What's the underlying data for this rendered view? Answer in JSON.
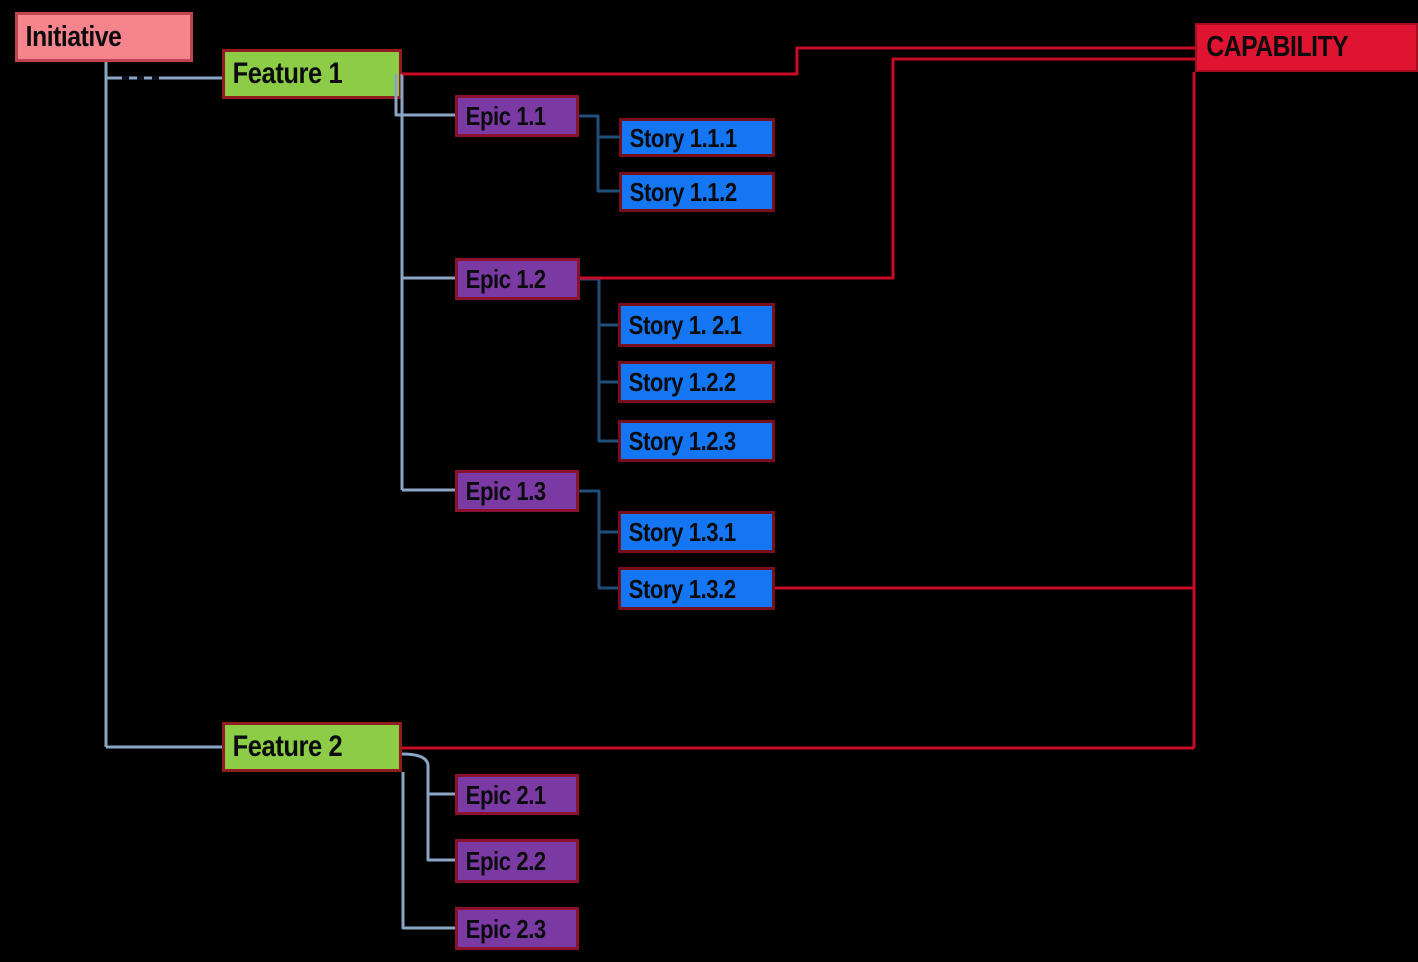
{
  "diagram": {
    "nodes": {
      "initiative": {
        "label": "Initiative"
      },
      "feature_1": {
        "label": "Feature 1"
      },
      "epic_1_1": {
        "label": "Epic 1.1"
      },
      "story_1_1_1": {
        "label": "Story 1.1.1"
      },
      "story_1_1_2": {
        "label": "Story 1.1.2"
      },
      "epic_1_2": {
        "label": "Epic 1.2"
      },
      "story_1_2_1": {
        "label": "Story 1. 2.1"
      },
      "story_1_2_2": {
        "label": "Story 1.2.2"
      },
      "story_1_2_3": {
        "label": "Story 1.2.3"
      },
      "epic_1_3": {
        "label": "Epic 1.3"
      },
      "story_1_3_1": {
        "label": "Story 1.3.1"
      },
      "story_1_3_2": {
        "label": "Story 1.3.2"
      },
      "feature_2": {
        "label": "Feature 2"
      },
      "epic_2_1": {
        "label": "Epic 2.1"
      },
      "epic_2_2": {
        "label": "Epic 2.2"
      },
      "epic_2_3": {
        "label": "Epic 2.3"
      },
      "capability": {
        "label": "CAPABILITY"
      }
    },
    "colors": {
      "background": "#000000",
      "text": "#0b0b0d",
      "initiative_fill": "#F5848D",
      "initiative_border": "#BF4450",
      "feature_fill": "#8DCC47",
      "feature_border": "#8F1D1F",
      "epic_fill": "#7B3AA3",
      "epic_border": "#8C1030",
      "story_fill": "#1476F2",
      "story_border": "#780D1C",
      "capability_fill": "#DF1430",
      "capability_border": "#A60D1F",
      "hierarchy_line": "#8BA6C4",
      "story_line": "#1F4E79",
      "capability_line": "#C90B26",
      "dash_marks": "#10101C"
    }
  }
}
